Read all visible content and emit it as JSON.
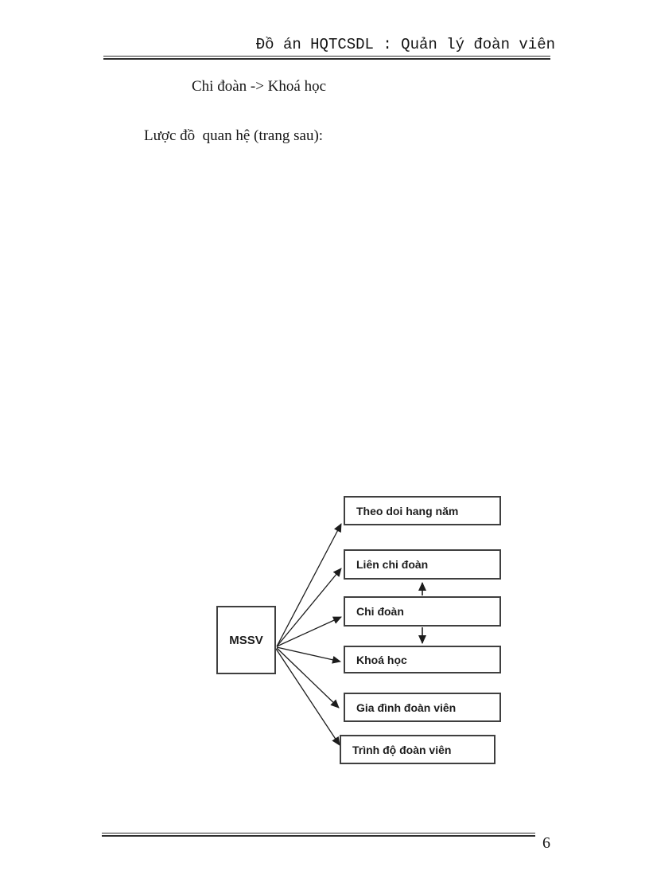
{
  "header": {
    "title": "Đồ án HQTCSDL : Quản lý đoàn viên"
  },
  "body": {
    "line1": "Chi đoàn -> Khoá học",
    "line2": "Lược đồ  quan hệ (trang sau):"
  },
  "diagram": {
    "source_box": "MSSV",
    "boxes": [
      {
        "label": "Theo doi hang năm"
      },
      {
        "label": "Liên chi đoàn"
      },
      {
        "label": "Chi đoàn"
      },
      {
        "label": "Khoá học"
      },
      {
        "label": "Gia đình đoàn viên"
      },
      {
        "label": "Trình độ đoàn viên"
      }
    ],
    "relations": [
      {
        "from": "MSSV",
        "to": "Theo doi hang năm"
      },
      {
        "from": "MSSV",
        "to": "Liên chi đoàn"
      },
      {
        "from": "MSSV",
        "to": "Chi đoàn"
      },
      {
        "from": "MSSV",
        "to": "Khoá học"
      },
      {
        "from": "MSSV",
        "to": "Gia đình đoàn viên"
      },
      {
        "from": "MSSV",
        "to": "Trình độ đoàn viên"
      },
      {
        "from": "Chi đoàn",
        "to": "Liên chi đoàn"
      },
      {
        "from": "Chi đoàn",
        "to": "Khoá học"
      }
    ]
  },
  "footer": {
    "page_number": "6"
  }
}
